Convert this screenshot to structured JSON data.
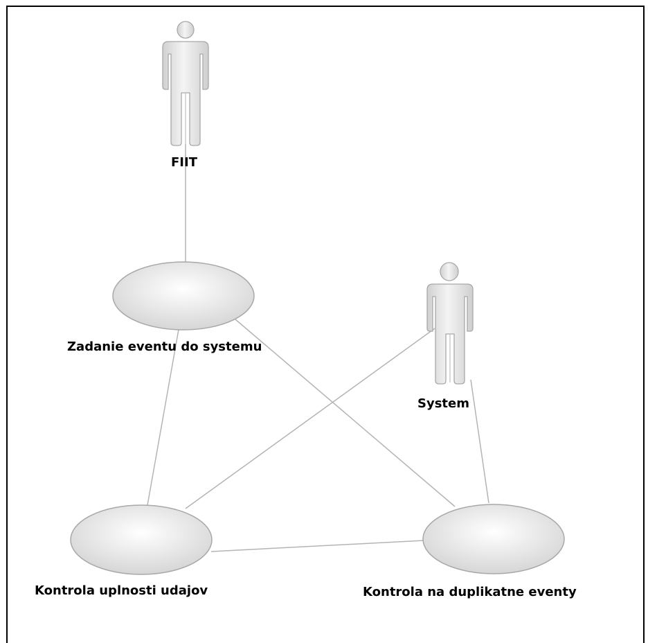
{
  "actors": [
    {
      "id": "fiit",
      "label": "FIIT"
    },
    {
      "id": "system",
      "label": "System"
    }
  ],
  "use_cases": [
    {
      "id": "zadanie",
      "label": "Zadanie eventu do systemu"
    },
    {
      "id": "kontrola-uplnosti",
      "label": "Kontrola uplnosti udajov"
    },
    {
      "id": "kontrola-duplikatne",
      "label": "Kontrola na duplikatne eventy"
    }
  ],
  "associations": [
    {
      "from": "fiit",
      "to": "zadanie"
    },
    {
      "from": "zadanie",
      "to": "kontrola-uplnosti"
    },
    {
      "from": "zadanie",
      "to": "kontrola-duplikatne"
    },
    {
      "from": "system",
      "to": "kontrola-uplnosti"
    },
    {
      "from": "system",
      "to": "kontrola-duplikatne"
    },
    {
      "from": "kontrola-uplnosti",
      "to": "kontrola-duplikatne"
    }
  ],
  "colors": {
    "frame": "#000000",
    "line": "#b4b4b4",
    "shape_stroke": "#a8a8a8",
    "shape_fill_light": "#ffffff",
    "shape_fill_dark": "#d8d8d8"
  }
}
